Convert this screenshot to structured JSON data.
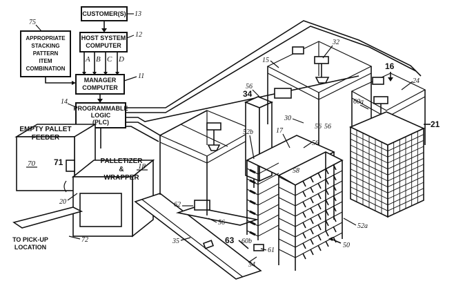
{
  "boxes": {
    "customer": "CUSTOMER(S)",
    "host_line1": "HOST SYSTEM",
    "host_line2": "COMPUTER",
    "stacking_line1": "APPROPRIATE",
    "stacking_line2": "STACKING",
    "stacking_line3": "PATTERN",
    "stacking_line4": "ITEM",
    "stacking_line5": "COMBINATION",
    "manager_line1": "MANAGER",
    "manager_line2": "COMPUTER",
    "plc_line1": "PROGRAMMABLE",
    "plc_line2": "LOGIC",
    "plc_line3": "(PLC)",
    "feeder_line1": "EMPTY PALLET",
    "feeder_line2": "FEEDER",
    "palletizer_line1": "PALLETIZER",
    "palletizer_line2": "&",
    "palletizer_line3": "WRAPPER",
    "pickup_line1": "TO PICK-UP",
    "pickup_line2": "LOCATION"
  },
  "channels": {
    "a": "A",
    "b": "B",
    "c": "C",
    "d": "D"
  },
  "refs": {
    "r13": "13",
    "r12": "12",
    "r11": "11",
    "r14": "14",
    "r75": "75",
    "r70": "70",
    "r71": "71",
    "r18": "18",
    "r20": "20",
    "r72": "72",
    "r35": "35",
    "r62": "62",
    "r56a": "56",
    "r56b": "56",
    "r56c": "56",
    "r56d": "56",
    "r56e": "56",
    "r63": "63",
    "r60b": "60b",
    "r61": "61",
    "r54": "54",
    "r50": "50",
    "r52a": "52a",
    "r52b": "52b",
    "r58": "58",
    "r17": "17",
    "r30": "30",
    "r34": "34",
    "r15": "15",
    "r32": "32",
    "r16": "16",
    "r24": "24",
    "r60a": "60a",
    "r21": "21"
  }
}
